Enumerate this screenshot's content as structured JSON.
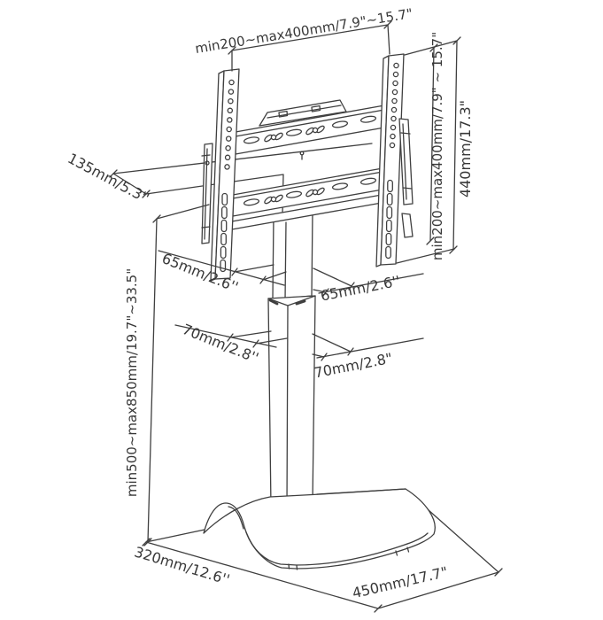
{
  "diagram": {
    "top_width_label": "min200~max400mm/7.9\"~15.7\"",
    "vesa_height_label": "min200~max400mm/7.9\" ~ 15.7\"",
    "bracket_height_label": "440mm/17.3\"",
    "depth_label": "135mm/5.3''",
    "stand_height_label": "min500~max850mm/19.7\"~33.5\"",
    "upper_column_left_label": "65mm/2.6''",
    "upper_column_right_label": "65mm/2.6''",
    "lower_column_left_label": "70mm/2.8''",
    "lower_column_right_label": "70mm/2.8\"",
    "base_depth_label": "320mm/12.6''",
    "base_width_label": "450mm/17.7\""
  },
  "colors": {
    "line": "#3f3f3f",
    "text": "#383838",
    "background": "#ffffff"
  }
}
